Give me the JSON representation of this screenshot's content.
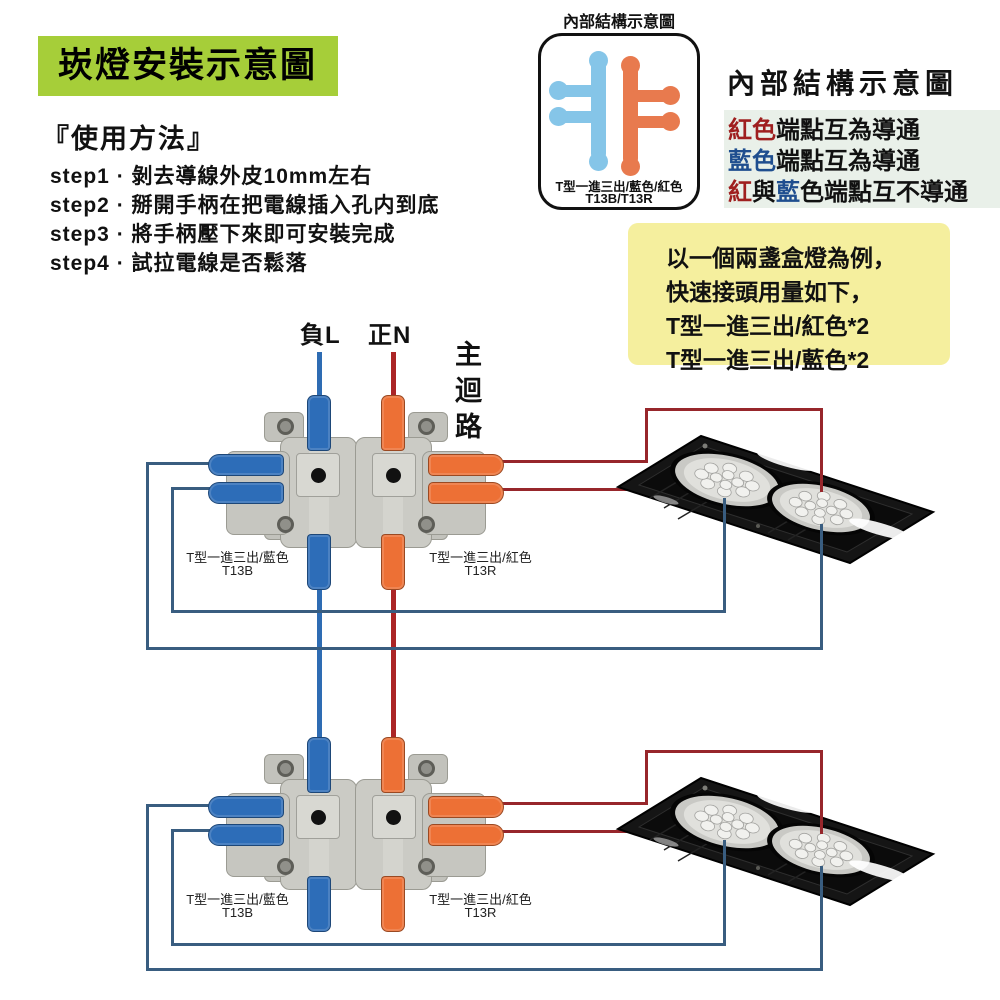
{
  "banner": {
    "text": "崁燈安裝示意圖",
    "bg": "#a6ce39"
  },
  "usage": {
    "title": "『使用方法』",
    "steps": [
      "step1 · 剝去導線外皮10mm左右",
      "step2 · 掰開手柄在把電線插入孔内到底",
      "step3 · 將手柄壓下來即可安裝完成",
      "step4 · 試拉電線是否鬆落"
    ]
  },
  "inner_box": {
    "title": "內部結構示意圖",
    "caption": "T型一進三出/藍色/紅色",
    "code": "T13B/T13R"
  },
  "legend": {
    "title": "內部結構示意圖",
    "line1_colored": "紅色",
    "line1_rest": "端點互為導通",
    "line2_colored": "藍色",
    "line2_rest": "端點互為導通",
    "line3_red": "紅",
    "line3_mid": "與",
    "line3_blue": "藍",
    "line3_rest": "色端點互不導通"
  },
  "note": {
    "lines": [
      "以一個兩盞盒燈為例，",
      "快速接頭用量如下，",
      "T型一進三出/紅色*2",
      "T型一進三出/藍色*2"
    ]
  },
  "diagram": {
    "neutral_label": "負L",
    "live_label": "正N",
    "main_circuit_label": "主迴路",
    "blue_connector": {
      "label": "T型一進三出/藍色",
      "code": "T13B"
    },
    "red_connector": {
      "label": "T型一進三出/紅色",
      "code": "T13R"
    }
  },
  "colors": {
    "banner_green": "#a6ce39",
    "note_yellow": "#f5ef9e",
    "legend_bg": "#e9f0e9",
    "red_text": "#9f1f1f",
    "blue_text": "#1f4e8f",
    "wire_blue_main": "#2e6cb3",
    "wire_red_main": "#ab2526",
    "wire_blue_route": "#395d80",
    "wire_red_route": "#97262b",
    "lever_blue": "#2d6db8",
    "lever_orange": "#ed7035",
    "icon_blue": "#85c5e8",
    "icon_orange": "#e87a4e"
  }
}
